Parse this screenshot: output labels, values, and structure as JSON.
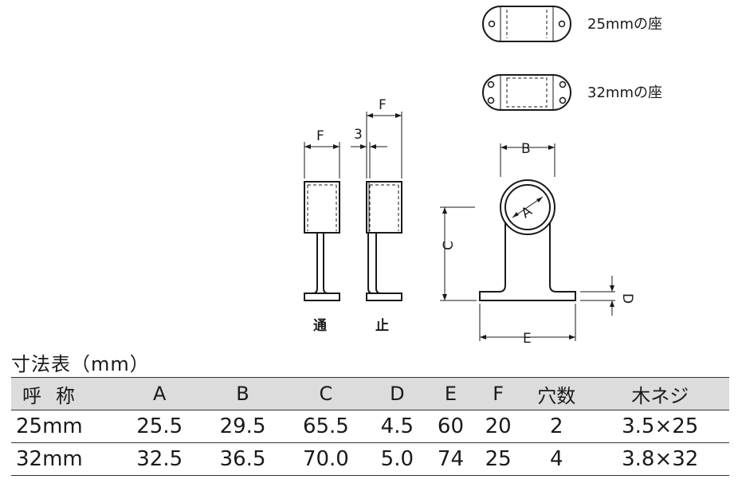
{
  "seat_legend": [
    {
      "label": "25mmの座"
    },
    {
      "label": "32mmの座"
    }
  ],
  "dimension_labels": {
    "A": "A",
    "B": "B",
    "C": "C",
    "D": "D",
    "E": "E",
    "F": "F",
    "F2": "F",
    "three": "3"
  },
  "view_labels": {
    "through": "通",
    "stop": "止"
  },
  "table": {
    "title": "寸法表（mm）",
    "headers": [
      "呼称",
      "A",
      "B",
      "C",
      "D",
      "E",
      "F",
      "穴数",
      "木ネジ"
    ],
    "rows": [
      [
        "25mm",
        "25.5",
        "29.5",
        "65.5",
        "4.5",
        "60",
        "20",
        "2",
        "3.5×25"
      ],
      [
        "32mm",
        "32.5",
        "36.5",
        "70.0",
        "5.0",
        "74",
        "25",
        "4",
        "3.8×32"
      ]
    ]
  }
}
